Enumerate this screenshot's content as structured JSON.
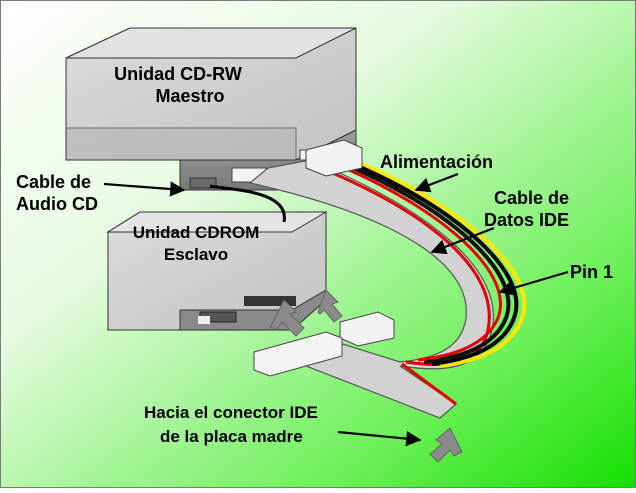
{
  "colors": {
    "bg_start": "#ffffff",
    "bg_end": "#17e600",
    "drive_face": "#cfcfcf",
    "ribbon": "#d4d4d4",
    "red_stripe": "#e00000",
    "power_yellow": "#ffe600"
  },
  "labels": {
    "cdrw_line1": "Unidad CD-RW",
    "cdrw_line2": "Maestro",
    "audio_line1": "Cable de",
    "audio_line2": "Audio CD",
    "cdrom_line1": "Unidad CDROM",
    "cdrom_line2": "Esclavo",
    "power": "Alimentación",
    "data_line1": "Cable de",
    "data_line2": "Datos IDE",
    "pin1": "Pin 1",
    "bottom_line1": "Hacia el conector IDE",
    "bottom_line2": "de la placa madre"
  }
}
